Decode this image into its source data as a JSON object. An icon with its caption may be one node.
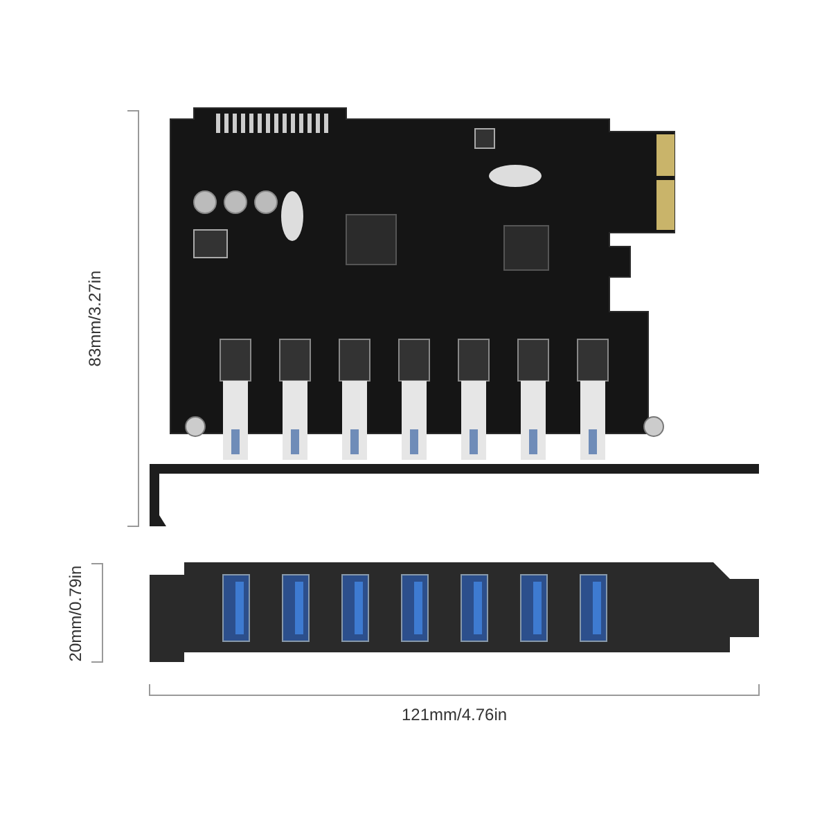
{
  "diagram": {
    "labels": [
      "83mm/3.27in",
      "20mm/0.79in",
      "121mm/4.76in"
    ]
  }
}
